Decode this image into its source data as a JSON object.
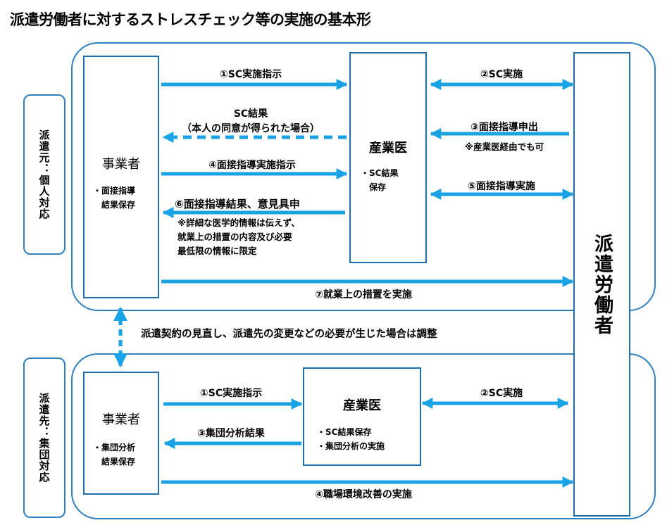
{
  "title": "派遣労働者に対するストレスチェック等の実施の基本形",
  "top_section": {
    "label": "派遣元：個人対応",
    "employer": {
      "name": "事業者",
      "note": "・面接指導\n　結果保存"
    },
    "doctor": {
      "name": "産業医",
      "note": "・SC結果\n　保存"
    },
    "arrows": {
      "sc_instruction": "①SC実施指示",
      "sc_conduct": "②SC実施",
      "interview_request": "③面接指導申出",
      "interview_request_note": "※産業医経由でも可",
      "sc_result_line1": "SC結果",
      "sc_result_line2": "（本人の同意が得られた場合）",
      "interview_instruction": "④面接指導実施指示",
      "interview_conduct": "⑤面接指導実施",
      "interview_result": "⑥面接指導結果、意見具申",
      "interview_result_note": "※詳細な医学的情報は伝えず、\n就業上の措置の内容及び必要\n最低限の情報に限定",
      "measures": "⑦就業上の措置を実施"
    }
  },
  "adjustment_note": "派遣契約の見直し、派遣先の変更などの必要が生じた場合は調整",
  "worker": "派遣労働者",
  "bottom_section": {
    "label": "派遣先：集団対応",
    "employer": {
      "name": "事業者",
      "note": "・集団分析\n　結果保存"
    },
    "doctor": {
      "name": "産業医",
      "note": "・SC結果保存\n・集団分析の実施"
    },
    "arrows": {
      "sc_instruction": "①SC実施指示",
      "sc_conduct": "②SC実施",
      "group_analysis_result": "③集団分析結果",
      "workplace_improvement": "④職場環境改善の実施"
    }
  },
  "colors": {
    "arrow": "#19a3e6",
    "border": "#2f7fc1"
  }
}
